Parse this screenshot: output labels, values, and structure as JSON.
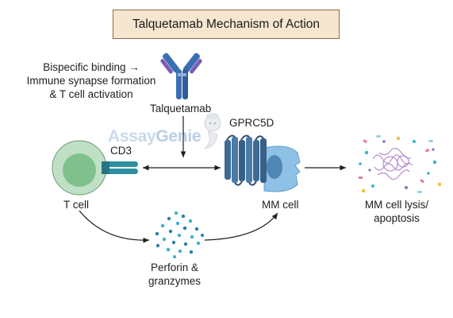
{
  "title": "Talquetamab Mechanism of Action",
  "labels": {
    "binding_line1": "Bispecific binding →",
    "binding_line2": "Immune synapse formation",
    "binding_line3": "& T cell activation",
    "drug": "Talquetamab",
    "receptor": "GPRC5D",
    "cd3": "CD3",
    "t_cell": "T cell",
    "mm_cell": "MM cell",
    "lysis_line1": "MM cell lysis/",
    "lysis_line2": "apoptosis",
    "perforin_line1": "Perforin &",
    "perforin_line2": "granzymes"
  },
  "watermark": {
    "text_left": "Assay",
    "text_right": "Genie"
  },
  "colors": {
    "title_fill": "#f6e6cf",
    "title_border": "#8a6a45",
    "t_cell_outer": "#bfe0c4",
    "t_cell_inner": "#7fc08c",
    "cd3_receptor": "#2e8fa0",
    "gprc5d_receptor": "#3e6a94",
    "mm_cell": "#8fc1e6",
    "antibody_heavy": "#3a6fb3",
    "antibody_light": "#7b5cb4",
    "granule_teal": "#39b2c8",
    "granule_dark": "#2a7fa6"
  },
  "icons": [
    "antibody-icon",
    "t-cell-icon",
    "mm-cell-icon",
    "granzyme-granules-icon",
    "lysed-cell-debris-icon",
    "assaygenie-mascot-icon"
  ]
}
